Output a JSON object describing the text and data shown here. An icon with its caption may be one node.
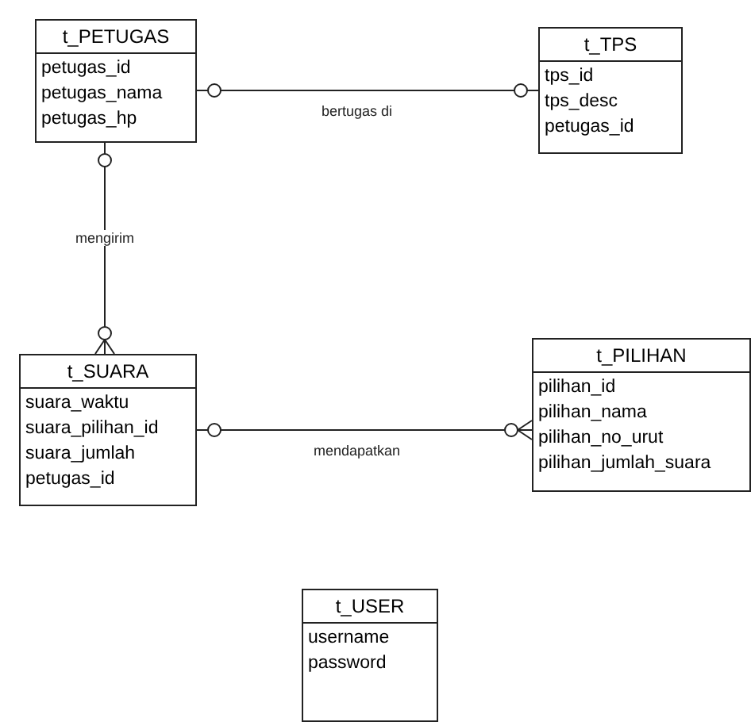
{
  "diagram": {
    "nodes": [
      {
        "text": [
          "t_PETUGAS",
          "petugas_id",
          "petugas_nama",
          "petugas_hp"
        ]
      },
      {
        "text": [
          "t_TPS",
          "tps_id",
          "tps_desc",
          "petugas_id"
        ]
      },
      {
        "text": [
          "t_SUARA",
          "suara_waktu",
          "suara_pilihan_id",
          "suara_jumlah",
          "petugas_id"
        ]
      },
      {
        "text": [
          "t_PILIHAN",
          "pilihan_id",
          "pilihan_nama",
          "pilihan_no_urut",
          "pilihan_jumlah_suara"
        ]
      },
      {
        "text": [
          "t_USER",
          "username",
          "password"
        ]
      }
    ],
    "edges": [
      {
        "from": 0,
        "to": 1,
        "arrow": "other",
        "label": "bertugas di"
      },
      {
        "from": 0,
        "to": 2,
        "arrow": "other",
        "label": "mengirim"
      },
      {
        "from": 2,
        "to": 3,
        "arrow": "other",
        "label": "mendapatkan"
      }
    ]
  }
}
